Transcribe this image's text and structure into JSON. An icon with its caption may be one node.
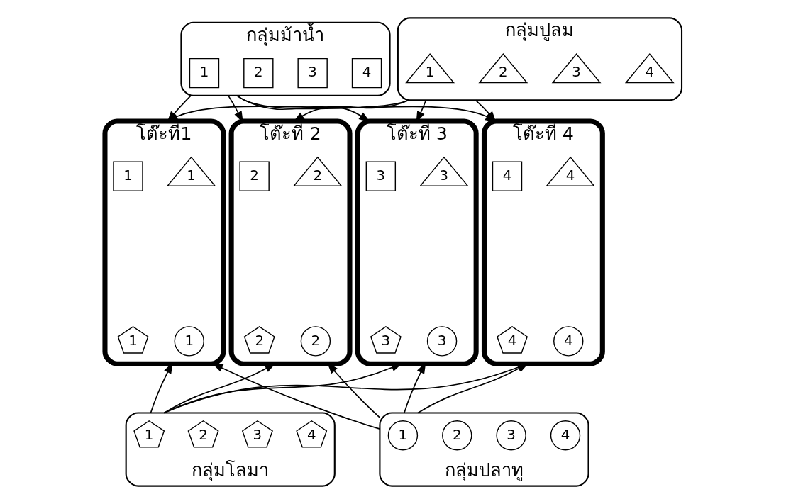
{
  "diagram": {
    "nodes": [
      {
        "text": [
          "กลุ่มม้าน้ำ"
        ]
      },
      {
        "text": [
          "1"
        ],
        "in": 0
      },
      {
        "text": [
          "2"
        ],
        "in": 0
      },
      {
        "text": [
          "3"
        ],
        "in": 0
      },
      {
        "text": [
          "4"
        ],
        "in": 0
      },
      {
        "text": [
          "กลุ่มปูลม"
        ]
      },
      {
        "text": [
          "1"
        ],
        "in": 5
      },
      {
        "text": [
          "2"
        ],
        "in": 5
      },
      {
        "text": [
          "3"
        ],
        "in": 5
      },
      {
        "text": [
          "4"
        ],
        "in": 5
      },
      {
        "text": [
          "โต๊ะที่1"
        ]
      },
      {
        "text": [
          "1"
        ],
        "in": 10
      },
      {
        "text": [
          "1"
        ],
        "in": 10
      },
      {
        "text": [
          "1"
        ],
        "in": 10
      },
      {
        "text": [
          "1"
        ],
        "in": 10
      },
      {
        "text": [
          "โต๊ะที่ 2"
        ]
      },
      {
        "text": [
          "2"
        ],
        "in": 15
      },
      {
        "text": [
          "2"
        ],
        "in": 15
      },
      {
        "text": [
          "2"
        ],
        "in": 15
      },
      {
        "text": [
          "2"
        ],
        "in": 15
      },
      {
        "text": [
          "โต๊ะที่ 3"
        ]
      },
      {
        "text": [
          "3"
        ],
        "in": 20
      },
      {
        "text": [
          "3"
        ],
        "in": 20
      },
      {
        "text": [
          "3"
        ],
        "in": 20
      },
      {
        "text": [
          "3"
        ],
        "in": 20
      },
      {
        "text": [
          "โต๊ะที่ 4"
        ]
      },
      {
        "text": [
          "4"
        ],
        "in": 25
      },
      {
        "text": [
          "4"
        ],
        "in": 25
      },
      {
        "text": [
          "4"
        ],
        "in": 25
      },
      {
        "text": [
          "4"
        ],
        "in": 25
      },
      {
        "text": [
          "กลุ่มโลมา"
        ]
      },
      {
        "text": [
          "1"
        ],
        "in": 30
      },
      {
        "text": [
          "2"
        ],
        "in": 30
      },
      {
        "text": [
          "3"
        ],
        "in": 30
      },
      {
        "text": [
          "4"
        ],
        "in": 30
      },
      {
        "text": [
          "กลุ่มปลาทู"
        ]
      },
      {
        "text": [
          "1"
        ],
        "in": 35
      },
      {
        "text": [
          "2"
        ],
        "in": 35
      },
      {
        "text": [
          "3"
        ],
        "in": 35
      },
      {
        "text": [
          "4"
        ],
        "in": 35
      }
    ],
    "edges": [
      {
        "from": 0,
        "to": 10,
        "arrow": "to"
      },
      {
        "from": 0,
        "to": 15,
        "arrow": "to"
      },
      {
        "from": 0,
        "to": 20,
        "arrow": "to"
      },
      {
        "from": 0,
        "to": 25,
        "arrow": "to"
      },
      {
        "from": 5,
        "to": 10,
        "arrow": "to"
      },
      {
        "from": 5,
        "to": 15,
        "arrow": "to"
      },
      {
        "from": 5,
        "to": 20,
        "arrow": "to"
      },
      {
        "from": 5,
        "to": 25,
        "arrow": "to"
      },
      {
        "from": 30,
        "to": 10,
        "arrow": "to"
      },
      {
        "from": 30,
        "to": 15,
        "arrow": "to"
      },
      {
        "from": 30,
        "to": 20,
        "arrow": "to"
      },
      {
        "from": 30,
        "to": 25,
        "arrow": "to"
      },
      {
        "from": 35,
        "to": 10,
        "arrow": "to"
      },
      {
        "from": 35,
        "to": 15,
        "arrow": "to"
      },
      {
        "from": 35,
        "to": 20,
        "arrow": "to"
      },
      {
        "from": 35,
        "to": 25,
        "arrow": "to"
      }
    ]
  }
}
